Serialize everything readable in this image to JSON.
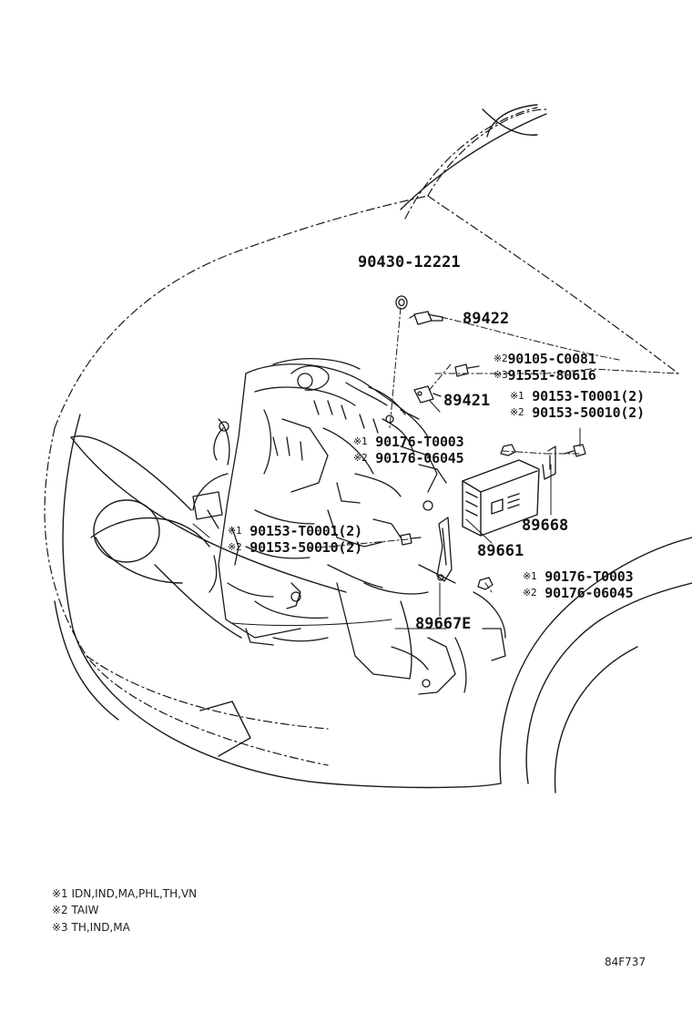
{
  "parts": {
    "gasket_90430": "90430-12221",
    "sensor_89422": "89422",
    "bolt_90105": "90105-C0081",
    "bolt_91551": "91551-80616",
    "sensor_89421": "89421",
    "bolt_90153_t_right": "90153-T0001(2)",
    "bolt_90153_5_right": "90153-50010(2)",
    "nut_90176_t_top": "90176-T0003",
    "nut_90176_0_top": "90176-06045",
    "bracket_89668": "89668",
    "ecu_89661": "89661",
    "bolt_90153_t_left": "90153-T0001(2)",
    "bolt_90153_5_left": "90153-50010(2)",
    "nut_90176_t_bottom": "90176-T0003",
    "nut_90176_0_bottom": "90176-06045",
    "bracket_89667E": "89667E"
  },
  "markers": {
    "m1": "※1",
    "m2": "※2",
    "m3": "※3"
  },
  "notes": [
    "※1 IDN,IND,MA,PHL,TH,VN",
    "※2 TAIW",
    "※3 TH,IND,MA"
  ],
  "illustration_code": "84F737"
}
